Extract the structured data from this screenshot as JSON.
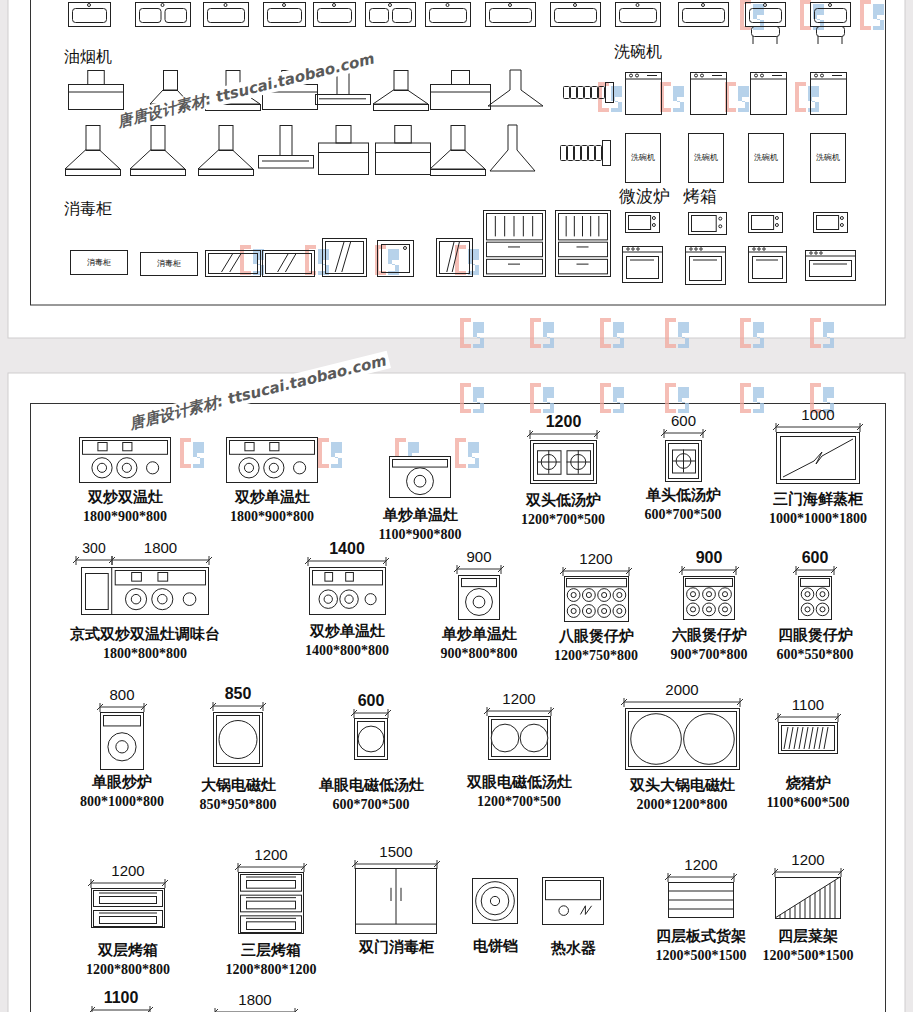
{
  "diagram": {
    "nodes": [
      {
        "text": [
          "洗碗机"
        ]
      },
      {
        "text": [
          "洗碗机"
        ]
      },
      {
        "text": [
          "洗碗机"
        ]
      },
      {
        "text": [
          "洗碗机"
        ]
      },
      {
        "text": [
          "消毒柜"
        ]
      },
      {
        "text": [
          "消毒柜"
        ]
      },
      {
        "text": [
          "双炒双温灶",
          "1800*900*800"
        ]
      },
      {
        "text": [
          "双炒单温灶",
          "1800*900*800"
        ]
      },
      {
        "text": [
          "单炒单温灶",
          "1100*900*800"
        ]
      },
      {
        "text": [
          "双头低汤炉",
          "1200*700*500"
        ]
      },
      {
        "text": [
          "单头低汤炉",
          "600*700*500"
        ]
      },
      {
        "text": [
          "三门海鲜蒸柜",
          "1000*1000*1800"
        ]
      },
      {
        "text": [
          "京式双炒双温灶调味台",
          "1800*800*800"
        ]
      },
      {
        "text": [
          "双炒单温灶",
          "1400*800*800"
        ]
      },
      {
        "text": [
          "单炒单温灶",
          "900*800*800"
        ]
      },
      {
        "text": [
          "八眼煲仔炉",
          "1200*750*800"
        ]
      },
      {
        "text": [
          "六眼煲仔炉",
          "900*700*800"
        ]
      },
      {
        "text": [
          "四眼煲仔炉",
          "600*550*800"
        ]
      },
      {
        "text": [
          "单眼炒炉",
          "800*1000*800"
        ]
      },
      {
        "text": [
          "大锅电磁灶",
          "850*950*800"
        ]
      },
      {
        "text": [
          "单眼电磁低汤灶",
          "600*700*500"
        ]
      },
      {
        "text": [
          "双眼电磁低汤灶",
          "1200*700*500"
        ]
      },
      {
        "text": [
          "双头大锅电磁灶",
          "2000*1200*800"
        ]
      },
      {
        "text": [
          "烧猪炉",
          "1100*600*500"
        ]
      },
      {
        "text": [
          "双层烤箱",
          "1200*800*800"
        ]
      },
      {
        "text": [
          "三层烤箱",
          "1200*800*1200"
        ]
      },
      {
        "text": [
          "双门消毒柜"
        ]
      },
      {
        "text": [
          "电饼铛"
        ]
      },
      {
        "text": [
          "热水器"
        ]
      },
      {
        "text": [
          "四层板式货架",
          "1200*500*1500"
        ]
      },
      {
        "text": [
          "四层菜架",
          "1200*500*1500"
        ]
      }
    ],
    "labels": [
      "唐唐设计素材: ttsucai.taobao.com",
      "油烟机",
      "洗碗机",
      "消毒柜",
      "微波炉",
      "烤箱",
      "唐唐设计素材: ttsucai.taobao.com",
      "1200",
      "600",
      "1000",
      "300",
      "1800",
      "1400",
      "900",
      "1200",
      "900",
      "600",
      "800",
      "850",
      "600",
      "1200",
      "2000",
      "1100",
      "1200",
      "1200",
      "1500",
      "1200",
      "1200",
      "1100",
      "1800"
    ]
  }
}
